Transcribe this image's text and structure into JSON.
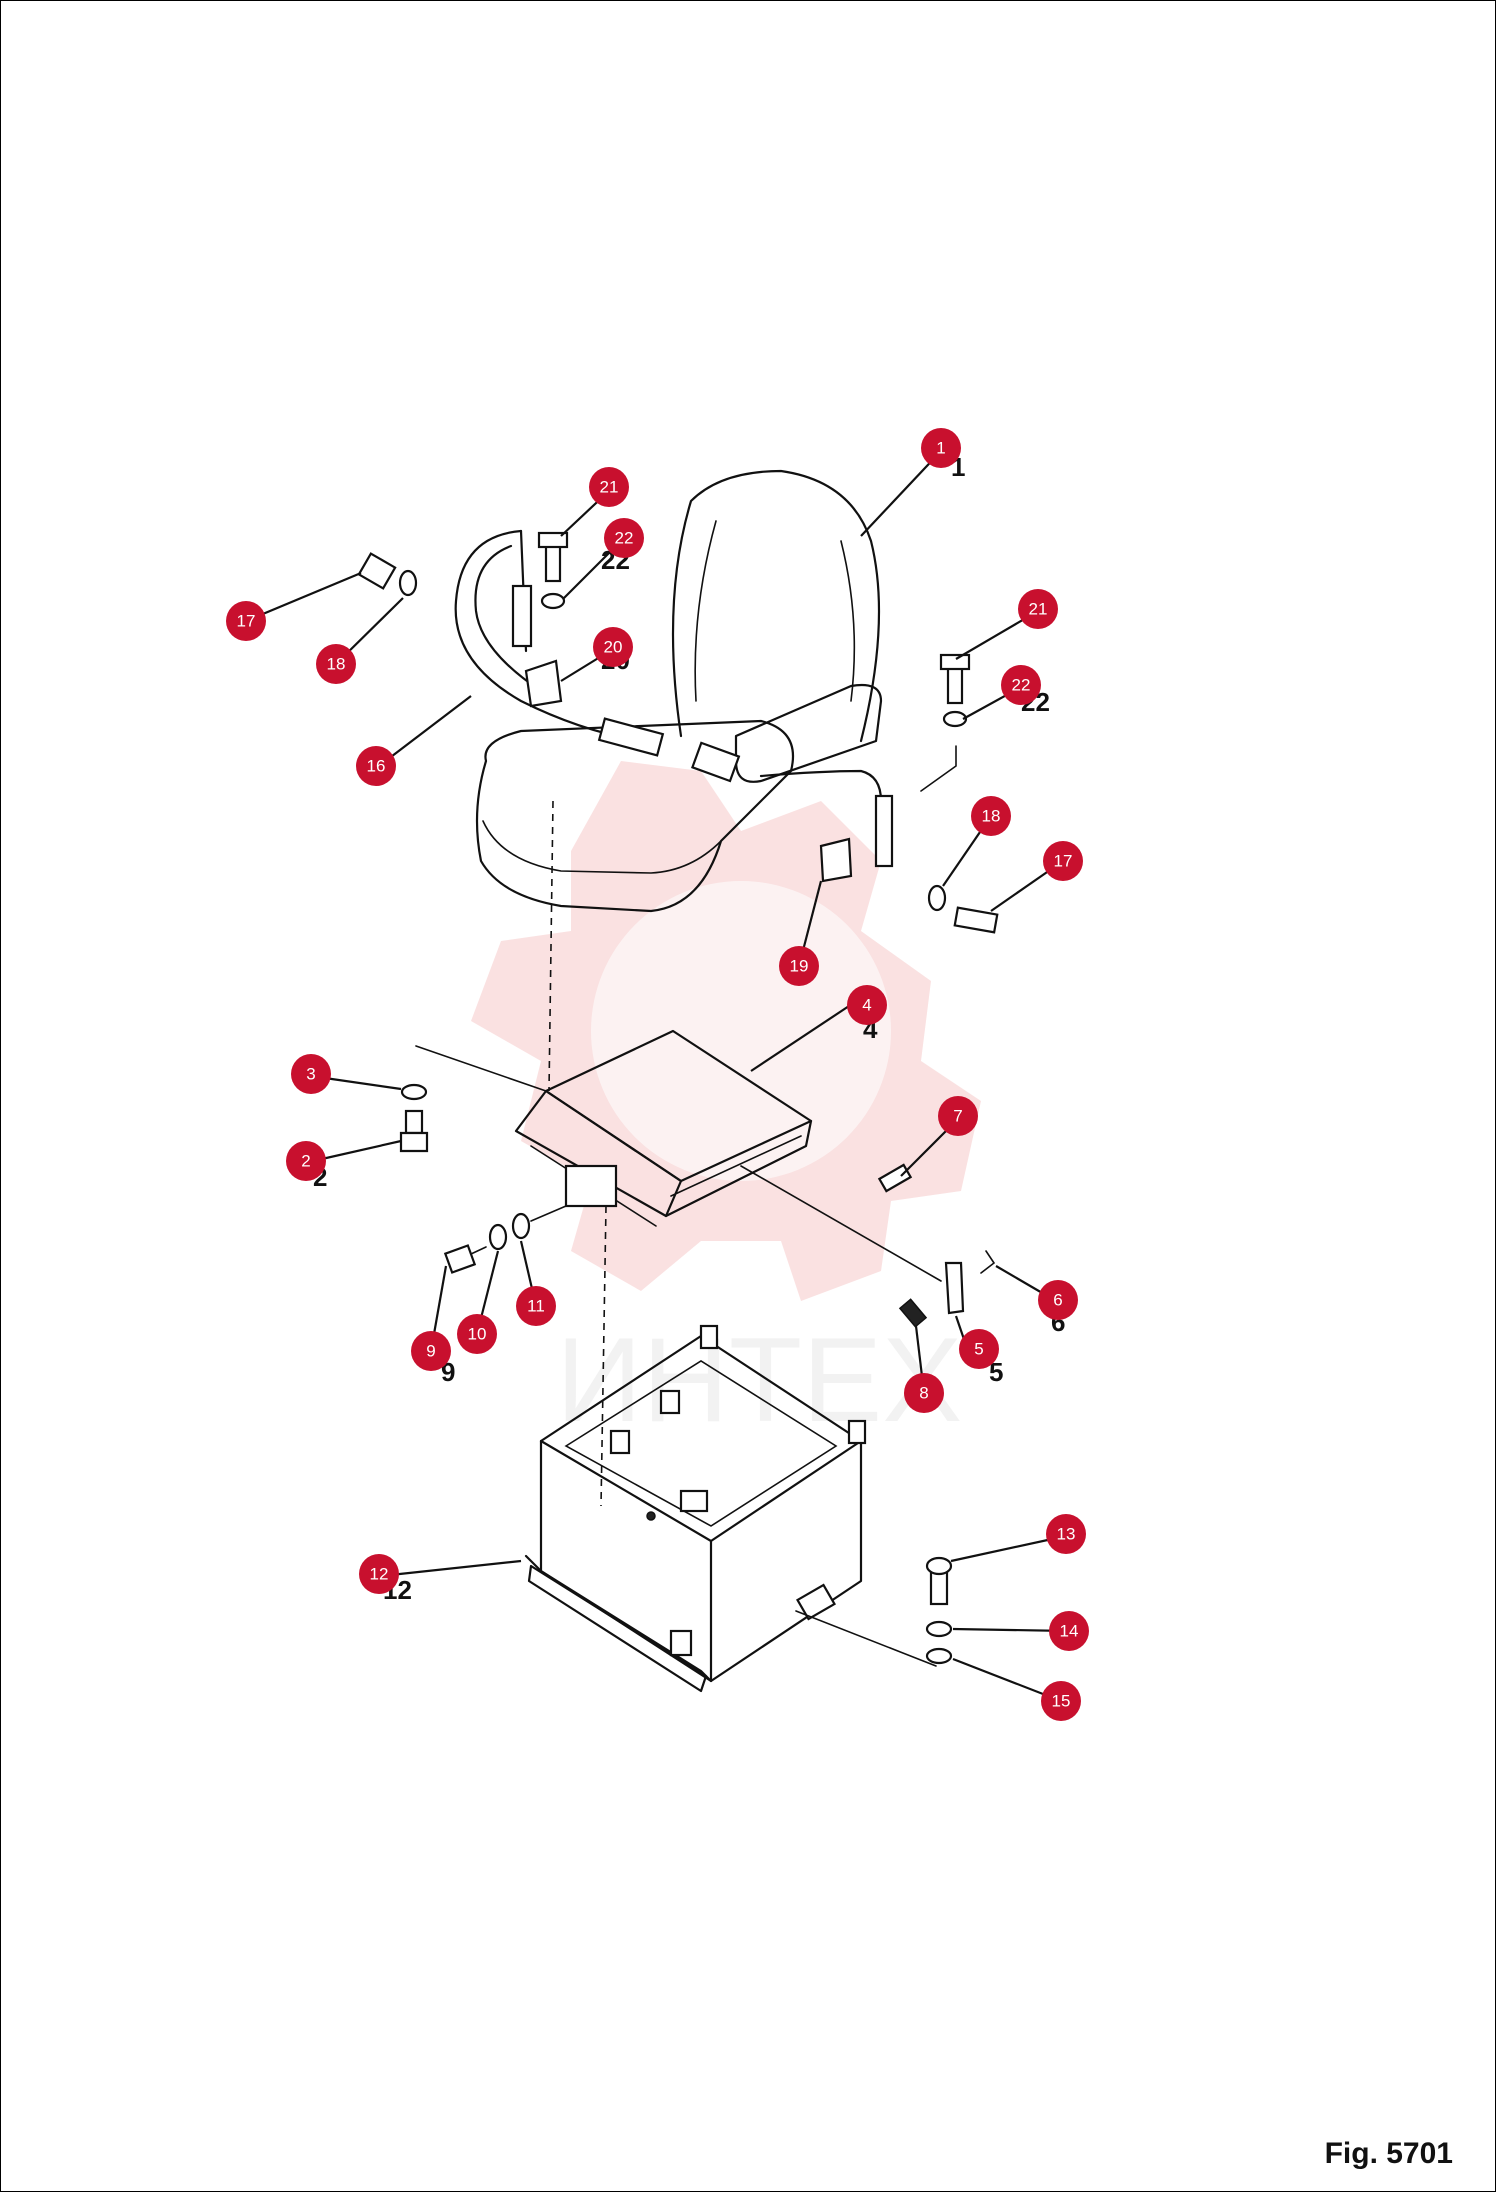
{
  "figure": {
    "label": "Fig. 5701"
  },
  "watermark": {
    "text": "ИНТЕХ",
    "color": "#f6c9c9"
  },
  "callouts": {
    "color": "#c8102e",
    "items": [
      "1",
      "2",
      "3",
      "4",
      "5",
      "6",
      "7",
      "8",
      "9",
      "10",
      "11",
      "12",
      "13",
      "14",
      "15",
      "16",
      "17",
      "18",
      "18",
      "17",
      "19",
      "20",
      "21",
      "21",
      "22",
      "22"
    ]
  }
}
